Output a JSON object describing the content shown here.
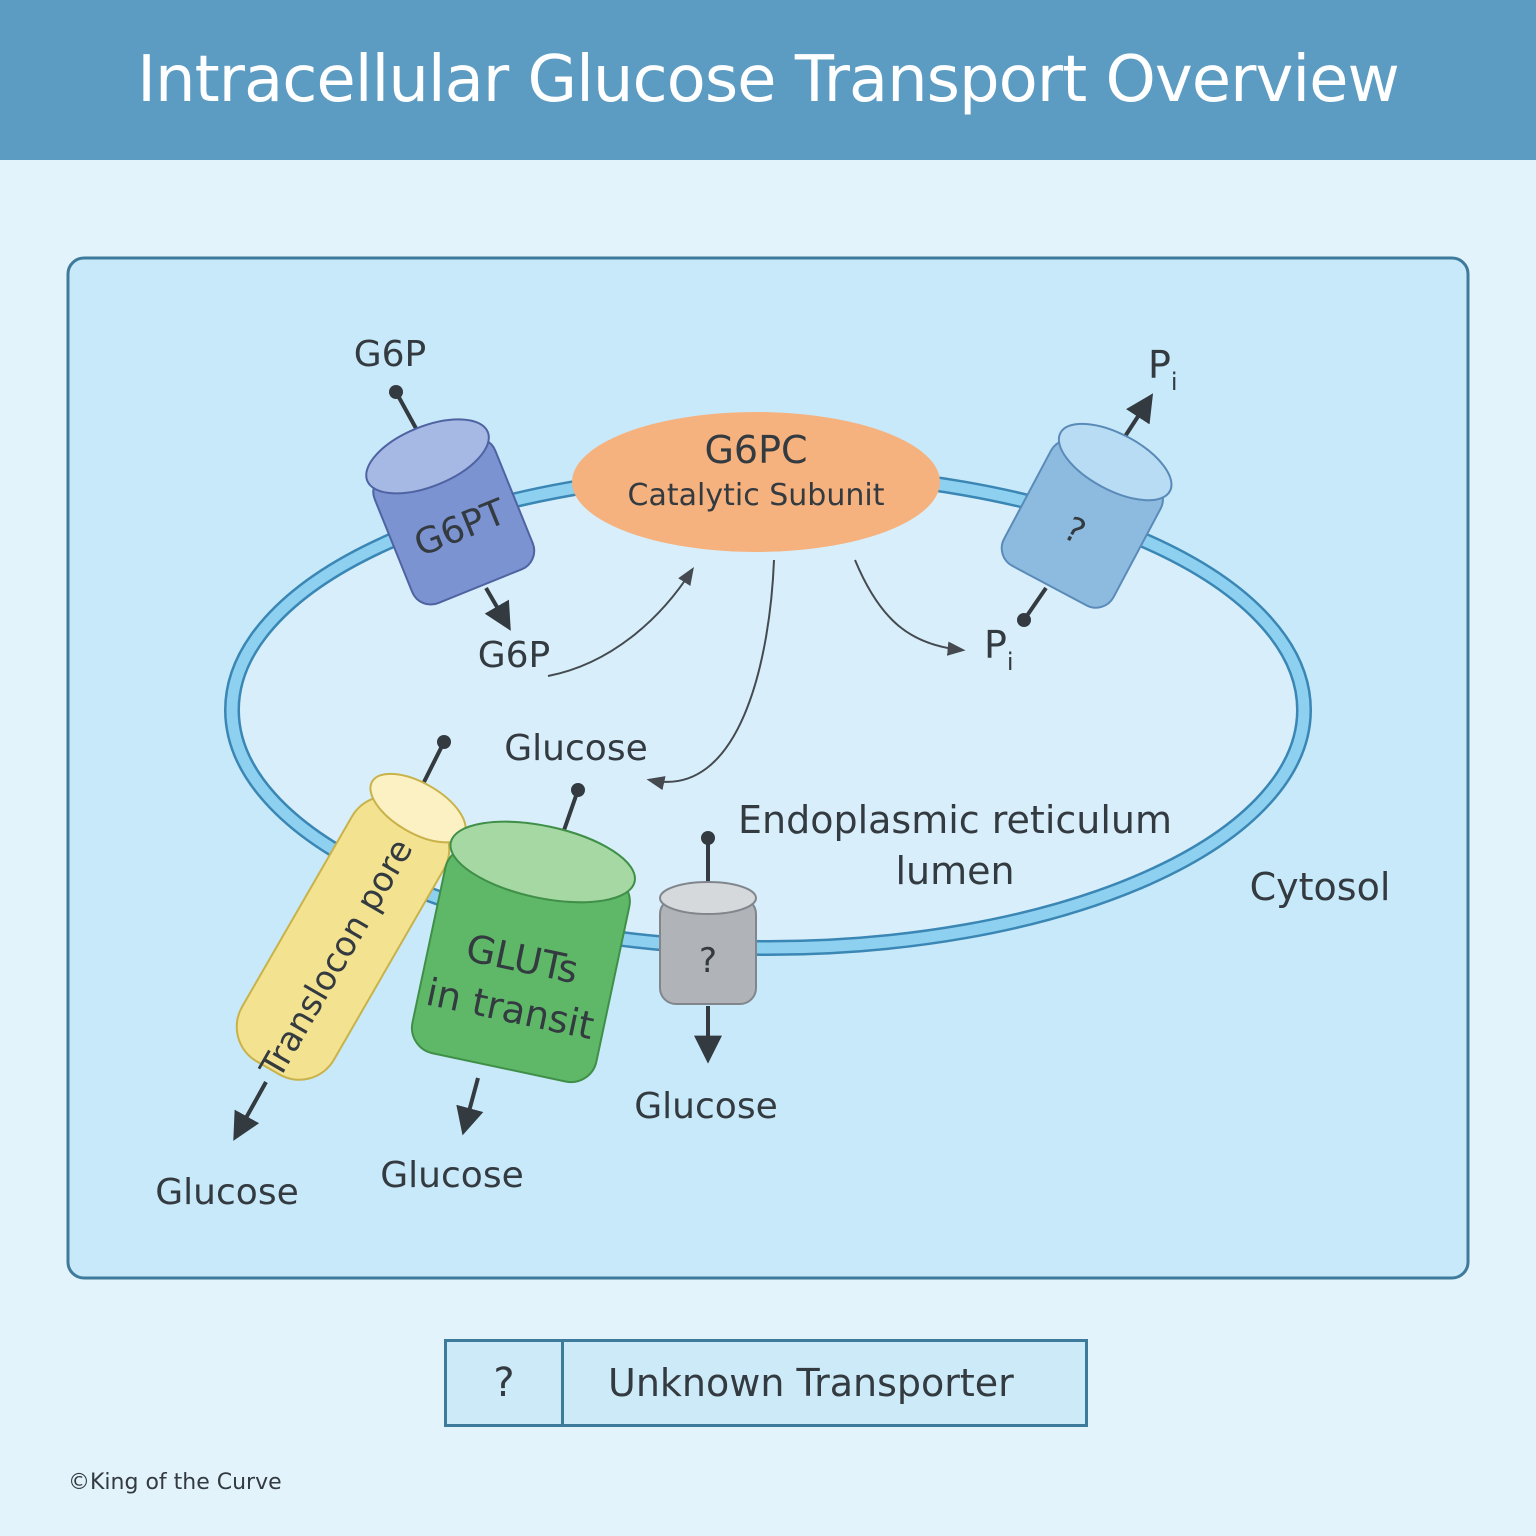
{
  "title": "Intracellular Glucose Transport Overview",
  "diagram": {
    "g6pt": {
      "label": "G6PT",
      "input": "G6P",
      "output": "G6P"
    },
    "g6pc": {
      "label": "G6PC",
      "sublabel": "Catalytic Subunit"
    },
    "pi_transporter": {
      "label": "?",
      "input": "P",
      "input_sub": "i",
      "output": "P",
      "output_sub": "i"
    },
    "er_glucose": "Glucose",
    "er_lumen_line1": "Endoplasmic reticulum",
    "er_lumen_line2": "lumen",
    "cytosol": "Cytosol",
    "translocon": {
      "label": "Translocon pore",
      "output": "Glucose"
    },
    "gluts": {
      "label_line1": "GLUTs",
      "label_line2": "in transit",
      "output": "Glucose"
    },
    "unknown_transporter": {
      "label": "?",
      "output": "Glucose"
    }
  },
  "legend": {
    "symbol": "?",
    "label": "Unknown Transporter"
  },
  "copyright": "©King of the Curve",
  "colors": {
    "header": "#5d9cc2",
    "background": "#e2f3fc",
    "panel": "#c8e9f9",
    "membrane": "#8ed0f0",
    "g6pt": "#7b93d0",
    "g6pc": "#f5b27f",
    "pi_transporter": "#8dbbe0",
    "translocon": "#f3e290",
    "gluts": "#5fb868",
    "unknown": "#b0b4b8"
  }
}
